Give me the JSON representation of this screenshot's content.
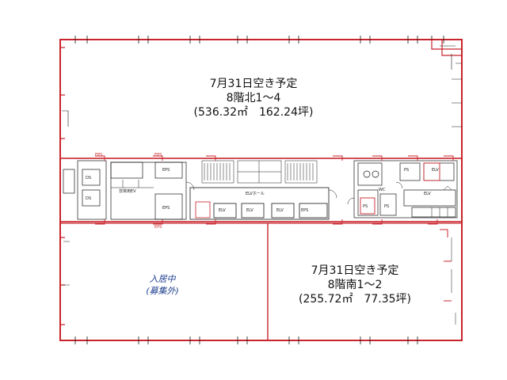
{
  "colors": {
    "wall": "#c8242c",
    "line": "#1a1a1a",
    "tenant_text": "#1f3f8f"
  },
  "units": {
    "north": {
      "line1": "7月31日空き予定",
      "line2": "8階北1～4",
      "line3": "(536.32㎡　162.24坪)"
    },
    "south": {
      "line1": "7月31日空き予定",
      "line2": "8階南1～2",
      "line3": "(255.72㎡　77.35坪)"
    },
    "west": {
      "line1": "入居中",
      "line2": "(募集外)"
    }
  },
  "core_labels": {
    "eps_1": "EPS",
    "eps_2": "EPS",
    "eps_3": "EPS",
    "eps_4": "EPS",
    "eps_5": "EPS",
    "ps_1": "PS",
    "ps_2": "PS",
    "ps_3": "PS",
    "elv_hall": "ELVホール",
    "elv_1": "ELV",
    "elv_2": "ELV",
    "elv_3": "ELV",
    "elv_4": "ELV",
    "elv_5": "ELV",
    "ds_1": "DS",
    "ds_2": "DS",
    "room_1": "非常用EV",
    "room_2": "EPS",
    "room_3": "WC"
  }
}
